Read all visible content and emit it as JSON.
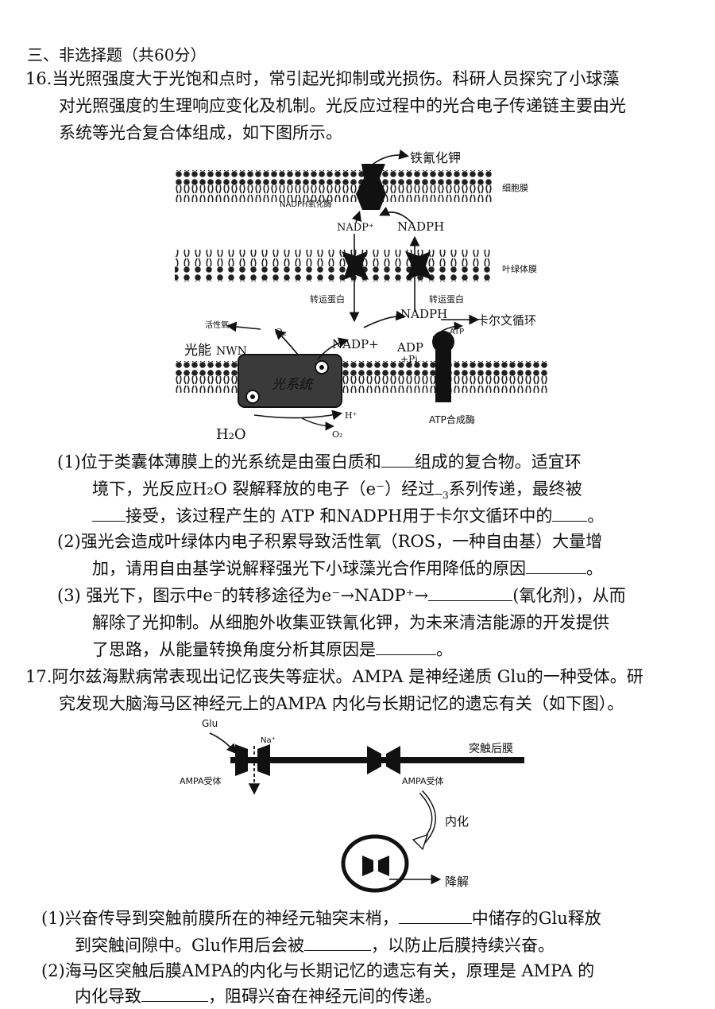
{
  "section_title": "三、非选择题（共60分）",
  "q16": {
    "line1": "16.当光照强度大于光饱和点时，常引起光抑制或光损伤。科研人员探究了小球藻",
    "line2": "对光照强度的生理响应变化及机制。光反应过程中的光合电子传递链主要由光",
    "line3": "系统等光合复合体组成，如下图所示。",
    "figure": {
      "ferricyanide": "铁氰化钾",
      "cell_membrane": "细胞膜",
      "nadph_oxidase": "NADPH氧化酶",
      "nadp_top": "NADP⁺",
      "nadph_top": "NADPH",
      "chloroplast_membrane": "叶绿体膜",
      "transporter_left": "转运蛋白",
      "transporter_right": "转运蛋白",
      "nadph_mid": "NADPH",
      "calvin": "卡尔文循环",
      "atp": "ATP",
      "ros": "活性氧",
      "o2_top": "O₂",
      "light": "光能",
      "nwn": "NWN",
      "nadp_mid": "NADP+",
      "adp": "ADP",
      "pi": "+Pi",
      "photosystem": "光系统",
      "h2o": "H₂O",
      "h_plus": "H⁺",
      "o2_bottom": "O₂",
      "atp_synthase": "ATP合成酶"
    },
    "sub1_a": "(1)位于类囊体薄膜上的光系统是由蛋白质和",
    "sub1_b": "组成的复合物。适宜环",
    "sub1_c": "境下，光反应H₂O 裂解释放的电子（e⁻）经过",
    "sub1_sub": "3",
    "sub1_d": "系列传递，最终被",
    "sub1_e": "接受，该过程产生的 ATP 和NADPH用于卡尔文循环中的",
    "sub1_f": "。",
    "sub2_a": "(2)强光会造成叶绿体内电子积累导致活性氧（ROS，一种自由基）大量增",
    "sub2_b": "加，请用自由基学说解释强光下小球藻光合作用降低的原因",
    "sub2_c": "。",
    "sub3_a": "(3) 强光下，图示中e⁻的转移途径为e⁻→NADP⁺→",
    "sub3_b": "(氧化剂)，从而",
    "sub3_c": "解除了光抑制。从细胞外收集亚铁氰化钾，为未来清洁能源的开发提供",
    "sub3_d": "了思路，从能量转换角度分析其原因是",
    "sub3_e": "。"
  },
  "q17": {
    "line1": "17.阿尔兹海默病常表现出记忆丧失等症状。AMPA 是神经递质 Glu的一种受体。研",
    "line2": "究发现大脑海马区神经元上的AMPA 内化与长期记忆的遗忘有关（如下图）。",
    "figure": {
      "glu": "Glu",
      "na": "Na⁺",
      "postsynaptic": "突触后膜",
      "ampa_left": "AMPA受体",
      "ampa_right": "AMPA受体",
      "internalize": "内化",
      "degrade": "降解"
    },
    "sub1_a": "(1)兴奋传导到突触前膜所在的神经元轴突末梢，",
    "sub1_b": "中储存的Glu释放",
    "sub1_c": "到突触间隙中。Glu作用后会被",
    "sub1_d": "，以防止后膜持续兴奋。",
    "sub2_a": "(2)海马区突触后膜AMPA的内化与长期记忆的遗忘有关，原理是 AMPA  的",
    "sub2_b": "内化导致",
    "sub2_c": "，阻碍兴奋在神经元间的传递。"
  }
}
